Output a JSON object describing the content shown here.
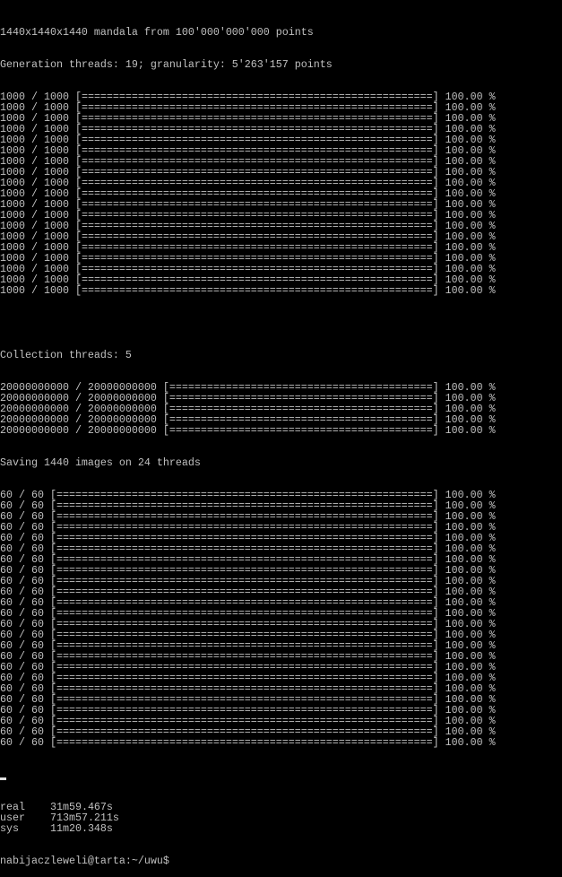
{
  "colors": {
    "background": "#000000",
    "text": "#c0c0c0"
  },
  "bar_end_column": 69,
  "header": {
    "title_line": "1440x1440x1440 mandala from 100'000'000'000 points",
    "generation_line": "Generation threads: 19; granularity: 5'263'157 points"
  },
  "generation_progress": {
    "count_label": "1000 / 1000",
    "percent_label": "100.00 %",
    "progress": 1.0,
    "rows": 19
  },
  "collection": {
    "title_line": "Collection threads: 5",
    "count_label": "20000000000 / 20000000000",
    "percent_label": "100.00 %",
    "progress": 1.0,
    "rows": 5
  },
  "saving": {
    "title_line": "Saving 1440 images on 24 threads",
    "count_label": "60 / 60",
    "percent_label": "100.00 %",
    "progress": 1.0,
    "rows": 24
  },
  "timing": [
    {
      "label": "real",
      "value": "31m59.467s"
    },
    {
      "label": "user",
      "value": "713m57.211s"
    },
    {
      "label": "sys",
      "value": "11m20.348s"
    }
  ],
  "prompt": "nabijaczleweli@tarta:~/uwu$"
}
